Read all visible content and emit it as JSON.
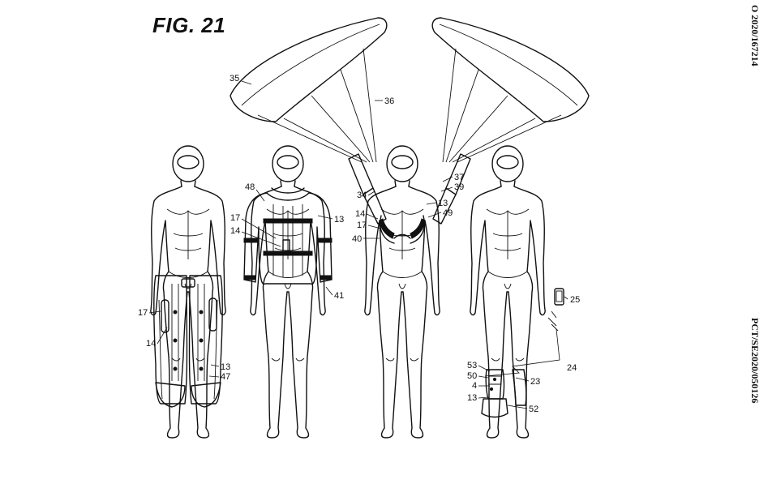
{
  "figure": {
    "title": "FIG. 21",
    "side_text_top": "O 2020/167214",
    "side_text_bottom": "PCT/SE2020/050126"
  },
  "labels": {
    "l35": "35",
    "l36": "36",
    "l48": "48",
    "l17a": "17",
    "l14a": "14",
    "l13a": "13",
    "l47": "47",
    "l17b": "17",
    "l14b": "14",
    "l13b": "13",
    "l41": "41",
    "l37": "37",
    "l39": "39",
    "l34": "34",
    "l13c": "13",
    "l49": "49",
    "l14c": "14",
    "l17c": "17",
    "l40": "40",
    "l25": "25",
    "l24": "24",
    "l23": "23",
    "l53": "53",
    "l50": "50",
    "l4": "4",
    "l13d": "13",
    "l52": "52"
  }
}
